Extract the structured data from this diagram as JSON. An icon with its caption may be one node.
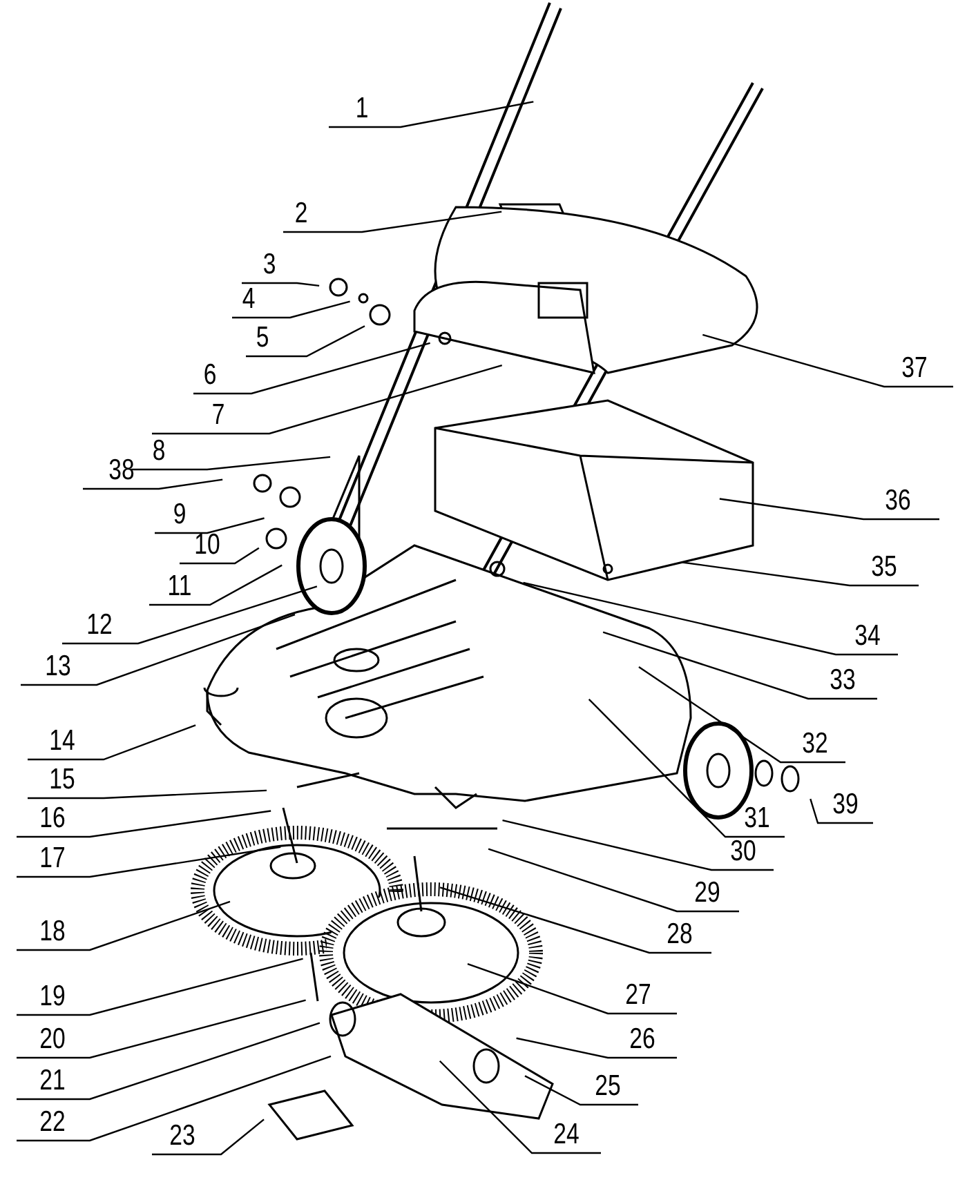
{
  "diagram": {
    "nodes": [
      {
        "text": [
          "1"
        ]
      },
      {
        "text": [
          "2"
        ]
      },
      {
        "text": [
          "3"
        ]
      },
      {
        "text": [
          "4"
        ]
      },
      {
        "text": [
          "5"
        ]
      },
      {
        "text": [
          "6"
        ]
      },
      {
        "text": [
          "7"
        ]
      },
      {
        "text": [
          "8"
        ]
      },
      {
        "text": [
          "9"
        ]
      },
      {
        "text": [
          "10"
        ]
      },
      {
        "text": [
          "11"
        ]
      },
      {
        "text": [
          "12"
        ]
      },
      {
        "text": [
          "13"
        ]
      },
      {
        "text": [
          "14"
        ]
      },
      {
        "text": [
          "15"
        ]
      },
      {
        "text": [
          "16"
        ]
      },
      {
        "text": [
          "17"
        ]
      },
      {
        "text": [
          "18"
        ]
      },
      {
        "text": [
          "19"
        ]
      },
      {
        "text": [
          "20"
        ]
      },
      {
        "text": [
          "21"
        ]
      },
      {
        "text": [
          "22"
        ]
      },
      {
        "text": [
          "23"
        ]
      },
      {
        "text": [
          "24"
        ]
      },
      {
        "text": [
          "25"
        ]
      },
      {
        "text": [
          "26"
        ]
      },
      {
        "text": [
          "27"
        ]
      },
      {
        "text": [
          "28"
        ]
      },
      {
        "text": [
          "29"
        ]
      },
      {
        "text": [
          "30"
        ]
      },
      {
        "text": [
          "31"
        ]
      },
      {
        "text": [
          "32"
        ]
      },
      {
        "text": [
          "33"
        ]
      },
      {
        "text": [
          "34"
        ]
      },
      {
        "text": [
          "35"
        ]
      },
      {
        "text": [
          "36"
        ]
      },
      {
        "text": [
          "37"
        ]
      },
      {
        "text": [
          "38"
        ]
      },
      {
        "text": [
          "39"
        ]
      }
    ],
    "edges": [
      {
        "from": 0,
        "to": null,
        "arrow": "none"
      },
      {
        "from": 1,
        "to": null,
        "arrow": "none"
      },
      {
        "from": 2,
        "to": null,
        "arrow": "none"
      },
      {
        "from": 3,
        "to": null,
        "arrow": "none"
      },
      {
        "from": 4,
        "to": null,
        "arrow": "none"
      },
      {
        "from": 5,
        "to": null,
        "arrow": "none"
      },
      {
        "from": 6,
        "to": null,
        "arrow": "none"
      },
      {
        "from": 7,
        "to": null,
        "arrow": "none"
      },
      {
        "from": 8,
        "to": null,
        "arrow": "none"
      },
      {
        "from": 9,
        "to": null,
        "arrow": "none"
      },
      {
        "from": 10,
        "to": null,
        "arrow": "none"
      },
      {
        "from": 11,
        "to": null,
        "arrow": "none"
      },
      {
        "from": 12,
        "to": null,
        "arrow": "none"
      },
      {
        "from": 13,
        "to": null,
        "arrow": "none"
      },
      {
        "from": 14,
        "to": null,
        "arrow": "none"
      },
      {
        "from": 15,
        "to": null,
        "arrow": "none"
      },
      {
        "from": 16,
        "to": null,
        "arrow": "none"
      },
      {
        "from": 17,
        "to": null,
        "arrow": "none"
      },
      {
        "from": 18,
        "to": null,
        "arrow": "none"
      },
      {
        "from": 19,
        "to": null,
        "arrow": "none"
      },
      {
        "from": 20,
        "to": null,
        "arrow": "none"
      },
      {
        "from": 21,
        "to": null,
        "arrow": "none"
      },
      {
        "from": 22,
        "to": null,
        "arrow": "none"
      },
      {
        "from": 23,
        "to": null,
        "arrow": "none"
      },
      {
        "from": 24,
        "to": null,
        "arrow": "none"
      },
      {
        "from": 25,
        "to": null,
        "arrow": "none"
      },
      {
        "from": 26,
        "to": null,
        "arrow": "none"
      },
      {
        "from": 27,
        "to": null,
        "arrow": "none"
      },
      {
        "from": 28,
        "to": null,
        "arrow": "none"
      },
      {
        "from": 29,
        "to": null,
        "arrow": "none"
      },
      {
        "from": 30,
        "to": null,
        "arrow": "none"
      },
      {
        "from": 31,
        "to": null,
        "arrow": "none"
      },
      {
        "from": 32,
        "to": null,
        "arrow": "none"
      },
      {
        "from": 33,
        "to": null,
        "arrow": "none"
      },
      {
        "from": 34,
        "to": null,
        "arrow": "none"
      },
      {
        "from": 35,
        "to": null,
        "arrow": "none"
      },
      {
        "from": 36,
        "to": null,
        "arrow": "none"
      },
      {
        "from": 37,
        "to": null,
        "arrow": "none"
      },
      {
        "from": 38,
        "to": null,
        "arrow": "none"
      }
    ]
  }
}
